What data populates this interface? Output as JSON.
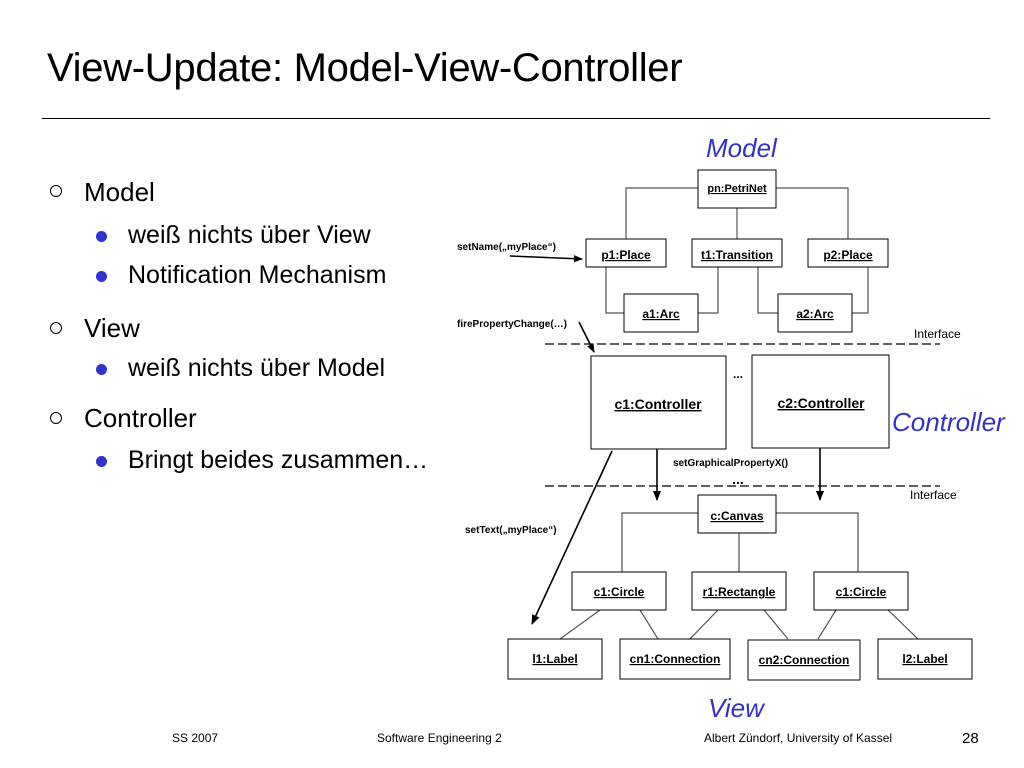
{
  "slide": {
    "title": "View-Update: Model-View-Controller",
    "bullets": [
      {
        "label": "Model",
        "sub": [
          "weiß nichts über View",
          "Notification Mechanism"
        ]
      },
      {
        "label": "View",
        "sub": [
          "weiß nichts über Model"
        ]
      },
      {
        "label": "Controller",
        "sub": [
          "Bringt beides zusammen…"
        ]
      }
    ]
  },
  "diagram": {
    "region_labels": {
      "model": "Model",
      "controller": "Controller",
      "view": "View"
    },
    "region_color": "#3333bb",
    "interface_label": "Interface",
    "model_objects": {
      "root": "pn:PetriNet",
      "p1": "p1:Place",
      "t1": "t1:Transition",
      "p2": "p2:Place",
      "a1": "a1:Arc",
      "a2": "a2:Arc"
    },
    "controllers": {
      "c1": "c1:Controller",
      "c2": "c2:Controller"
    },
    "view_objects": {
      "root": "c:Canvas",
      "circle1": "c1:Circle",
      "rect1": "r1:Rectangle",
      "circle2": "c1:Circle",
      "label1": "l1:Label",
      "conn1": "cn1:Connection",
      "conn2": "cn2:Connection",
      "label2": "l2:Label"
    },
    "messages": {
      "set_name": "setName(„myPlace“)",
      "fire_property": "firePropertyChange(…)",
      "set_graphical": "setGraphicalPropertyX()",
      "set_text": "setText(„myPlace“)"
    },
    "ellipsis_upper": "...",
    "ellipsis_lower": "..."
  },
  "footer": {
    "left": "SS 2007",
    "center": "Software Engineering 2",
    "right": "Albert Zündorf, University of Kassel",
    "page": "28"
  }
}
